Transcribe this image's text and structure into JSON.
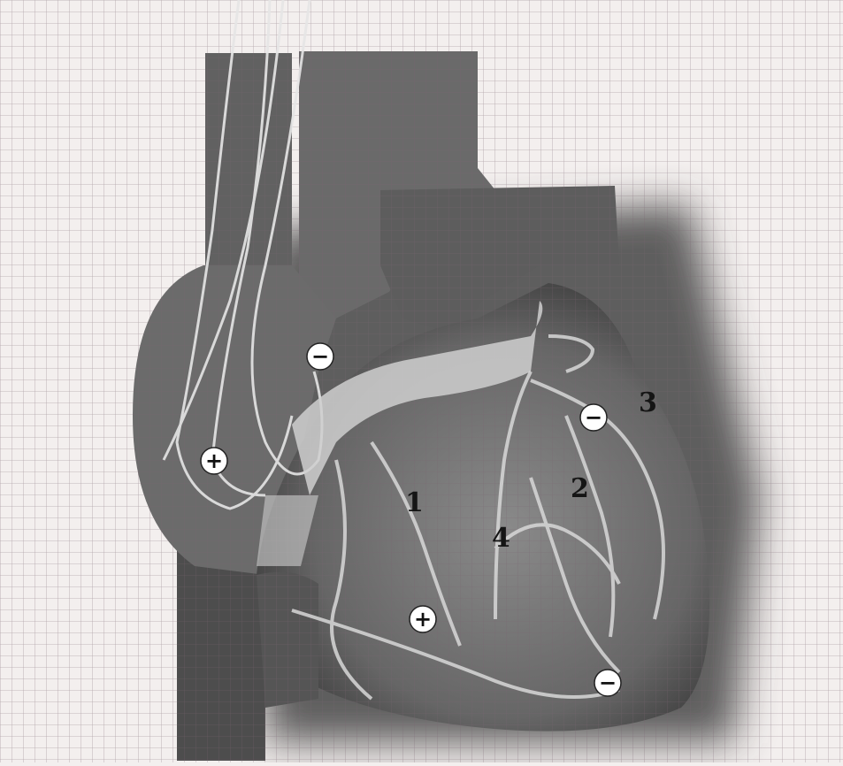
{
  "figure": {
    "region_labels": [
      {
        "id": "label-1",
        "text": "1"
      },
      {
        "id": "label-2",
        "text": "2"
      },
      {
        "id": "label-3",
        "text": "3"
      },
      {
        "id": "label-4",
        "text": "4"
      }
    ],
    "electrode_markers": [
      {
        "id": "marker-neg-atrium",
        "sign": "−",
        "polarity": "negative"
      },
      {
        "id": "marker-pos-atrium",
        "sign": "+",
        "polarity": "positive"
      },
      {
        "id": "marker-neg-lateral",
        "sign": "−",
        "polarity": "negative"
      },
      {
        "id": "marker-pos-inferior",
        "sign": "+",
        "polarity": "positive"
      },
      {
        "id": "marker-neg-apex",
        "sign": "−",
        "polarity": "negative"
      }
    ],
    "colors": {
      "paper": "#f3efee",
      "grid": "#7a6470",
      "heart_body": "#6f6f6f",
      "heart_dark": "#3e3e3e",
      "vessels": "#d8d8d8",
      "marker_fill": "#ffffff"
    }
  }
}
